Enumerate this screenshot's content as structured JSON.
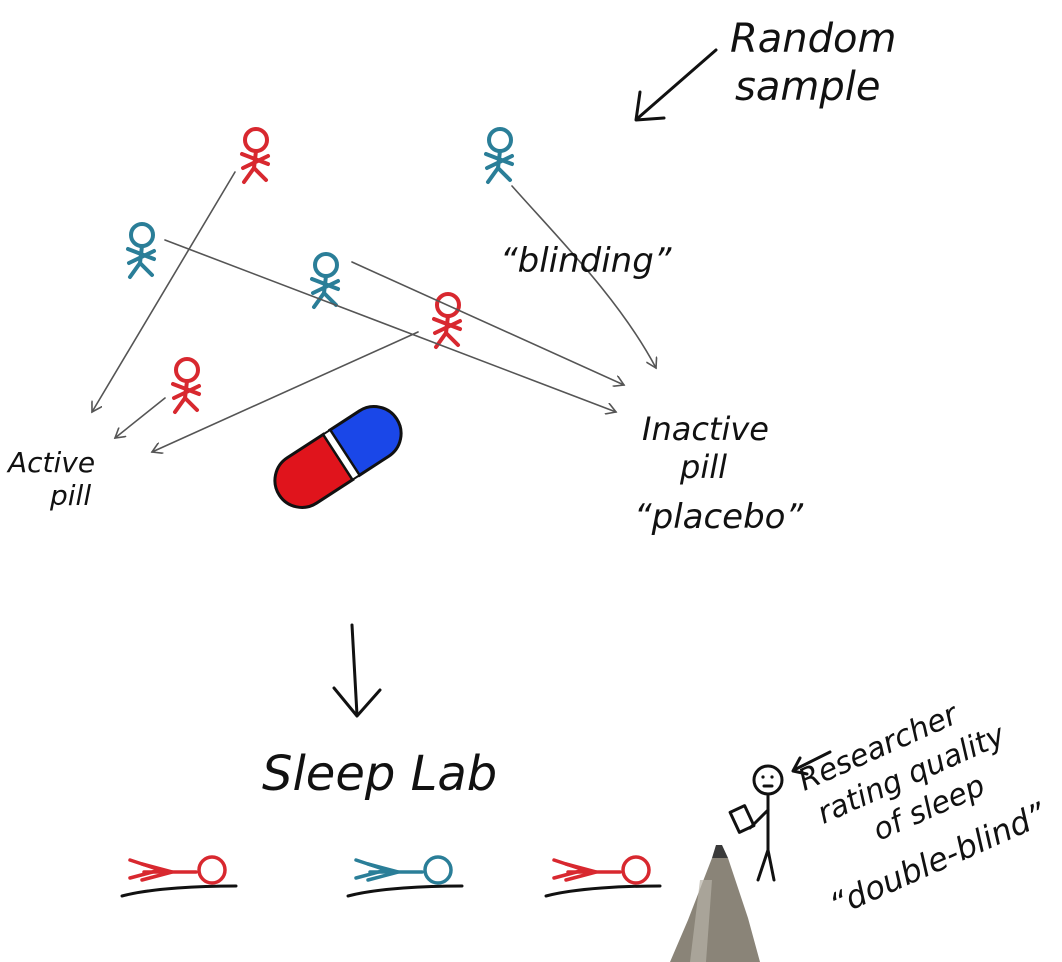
{
  "labels": {
    "random_sample_line1": "Random",
    "random_sample_line2": "sample",
    "blinding": "“blinding”",
    "active_line1": "Active",
    "active_line2": "pill",
    "inactive_line1": "Inactive",
    "inactive_line2": "pill",
    "placebo": "“placebo”",
    "sleep_lab": "Sleep Lab",
    "researcher": "Researcher",
    "rating_quality": "rating quality",
    "of_sleep": "of sleep",
    "double_blind": "“double-blind”"
  },
  "colors": {
    "red": "#d8282f",
    "blue": "#2a7e98",
    "pill_red": "#e0141c",
    "pill_blue": "#1a47e8",
    "ink": "#111111",
    "arrow_gray": "#555555"
  },
  "participants": [
    {
      "group": "red"
    },
    {
      "group": "blue"
    },
    {
      "group": "blue"
    },
    {
      "group": "blue"
    },
    {
      "group": "red"
    },
    {
      "group": "red"
    }
  ],
  "sleepers": [
    {
      "group": "red"
    },
    {
      "group": "blue"
    },
    {
      "group": "red"
    }
  ]
}
